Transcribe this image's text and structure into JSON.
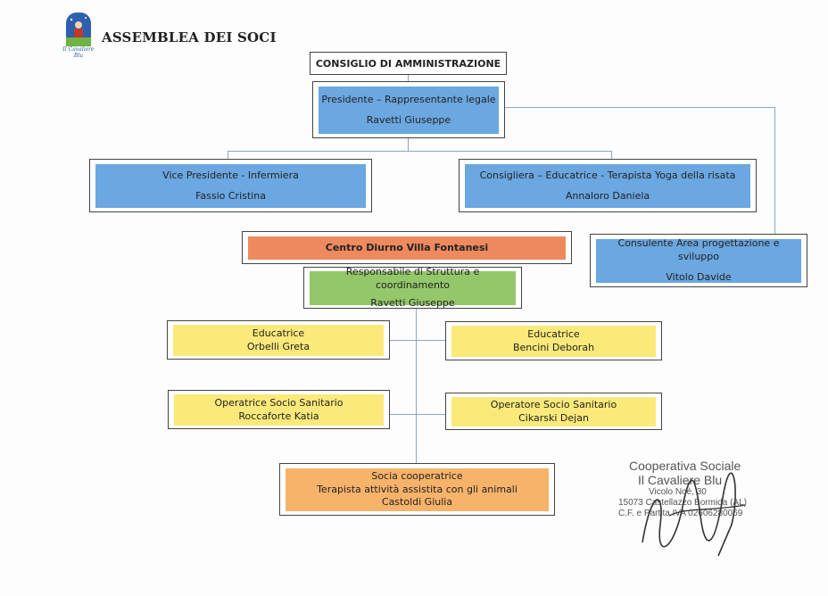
{
  "header": {
    "title": "ASSEMBLEA DEI SOCI",
    "logo_text": "Il Cavaliere Blu"
  },
  "board": {
    "title": "CONSIGLIO DI AMMINISTRAZIONE"
  },
  "president": {
    "role": "Presidente – Rappresentante legale",
    "name": "Ravetti Giuseppe"
  },
  "vice_president": {
    "role": "Vice Presidente - Infermiera",
    "name": "Fassio Cristina"
  },
  "councillor": {
    "role": "Consigliera – Educatrice - Terapista Yoga della risata",
    "name": "Annaloro Daniela"
  },
  "consultant": {
    "role": "Consulente Area progettazione e sviluppo",
    "name": "Vitolo Davide"
  },
  "centre": {
    "title": "Centro Diurno Villa Fontanesi"
  },
  "manager": {
    "role": "Responsabile di Struttura e coordinamento",
    "name": "Ravetti Giuseppe"
  },
  "staff": [
    {
      "role": "Educatrice",
      "name": "Orbelli Greta"
    },
    {
      "role": "Educatrice",
      "name": "Bencini Deborah"
    },
    {
      "role": "Operatrice Socio Sanitario",
      "name": "Roccaforte Katia"
    },
    {
      "role": "Operatore Socio Sanitario",
      "name": "Cikarski Dejan"
    }
  ],
  "member": {
    "line1": "Socia cooperatrice",
    "line2": "Terapista attività assistita con gli animali",
    "name": "Castoldi Giulia"
  },
  "stamp": {
    "line1": "Cooperativa Sociale",
    "line2": "Il Cavaliere Blu",
    "line3": "Vicolo Noè, 30",
    "line4": "15073 Castellazzo Bormida (AL)",
    "line5": "C.F. e Partita IVA 02606280069"
  },
  "colors": {
    "blue": "#6ba7e0",
    "green": "#93c76a",
    "yellow": "#fbe97a",
    "orange": "#f7b36a",
    "coral": "#ee8a5e"
  }
}
